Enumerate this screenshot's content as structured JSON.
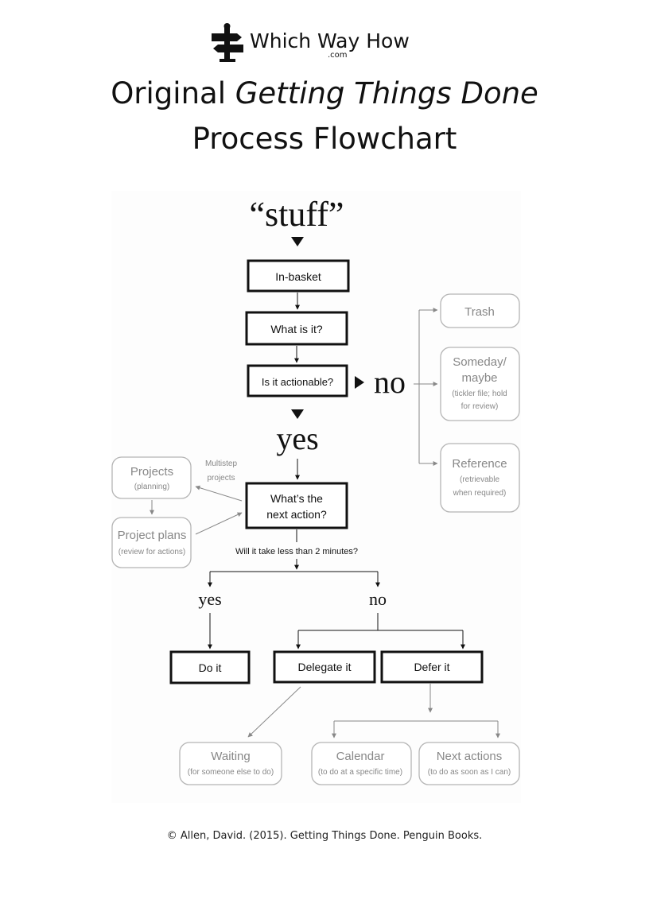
{
  "header": {
    "brand": "Which Way How",
    "brand_suffix": ".com",
    "title_prefix": "Original ",
    "title_italic": "Getting Things Done",
    "title_line2": "Process Flowchart"
  },
  "diagram": {
    "stuff": "“stuff”",
    "in_basket": "In-basket",
    "what_is_it": "What is it?",
    "is_actionable": "Is it actionable?",
    "no_big": "no",
    "yes_big": "yes",
    "trash": "Trash",
    "someday_title_1": "Someday/",
    "someday_title_2": "maybe",
    "someday_sub_1": "(tickler file; hold",
    "someday_sub_2": "for review)",
    "reference_title": "Reference",
    "reference_sub_1": "(retrievable",
    "reference_sub_2": "when required)",
    "projects_title": "Projects",
    "projects_sub": "(planning)",
    "multistep_1": "Multistep",
    "multistep_2": "projects",
    "project_plans_title": "Project plans",
    "project_plans_sub": "(review for actions)",
    "next_action_1": "What’s the",
    "next_action_2": "next action?",
    "two_minutes": "Will it take less than 2 minutes?",
    "yes_small": "yes",
    "no_small": "no",
    "do_it": "Do it",
    "delegate_it": "Delegate it",
    "defer_it": "Defer it",
    "waiting_title": "Waiting",
    "waiting_sub": "(for someone else to do)",
    "calendar_title": "Calendar",
    "calendar_sub": "(to do at a specific time)",
    "next_actions_title": "Next actions",
    "next_actions_sub": "(to do as soon as I can)"
  },
  "colors": {
    "ink": "#111111",
    "faded": "#888888",
    "faded_border": "#b5b5b5"
  },
  "footer": {
    "citation": "© Allen, David. (2015). Getting Things Done. Penguin Books."
  }
}
